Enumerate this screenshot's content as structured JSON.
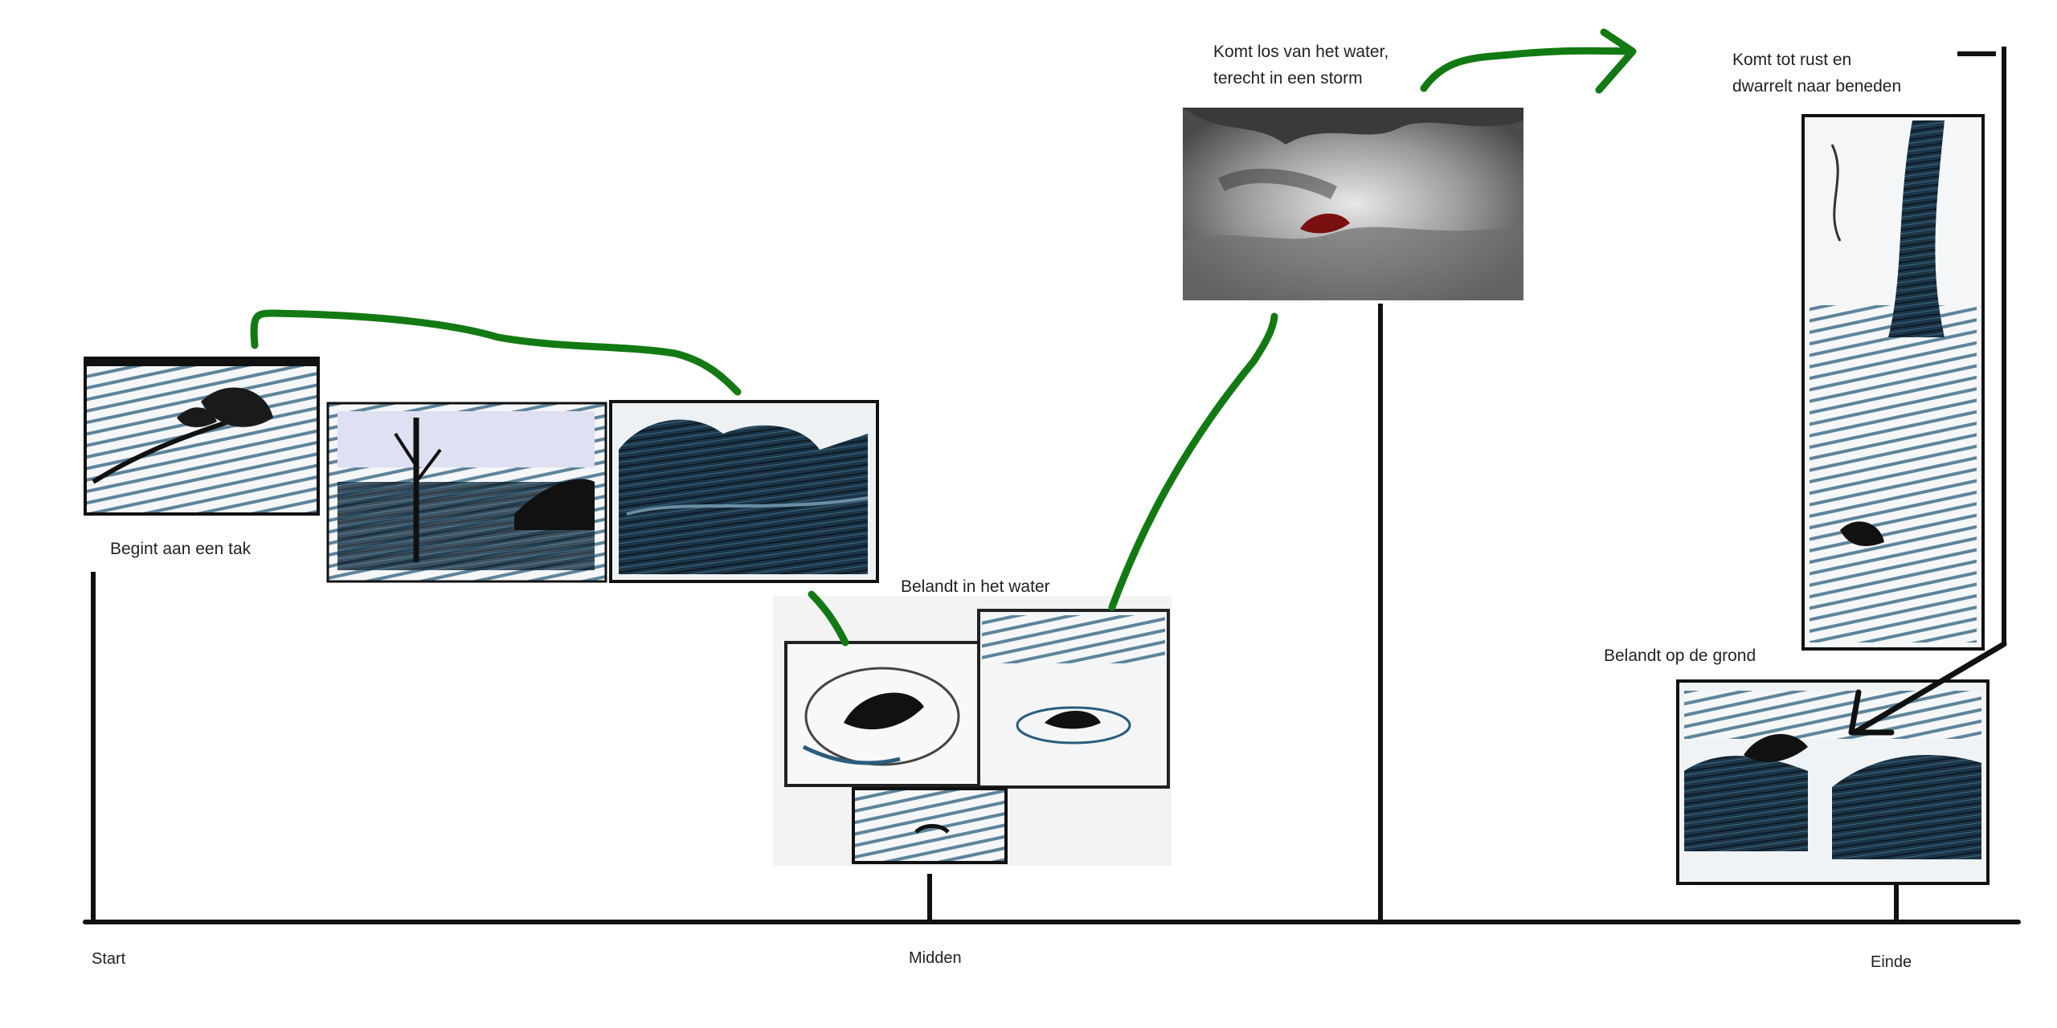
{
  "timeline": {
    "start_label": "Start",
    "middle_label": "Midden",
    "end_label": "Einde"
  },
  "scenes": [
    {
      "id": "branch",
      "caption": "Begint aan een tak"
    },
    {
      "id": "water",
      "caption": "Belandt in het water"
    },
    {
      "id": "storm",
      "caption_line1": "Komt los van het water,",
      "caption_line2": "terecht in een storm"
    },
    {
      "id": "rest",
      "caption_line1": "Komt tot rust en",
      "caption_line2": "dwarrelt naar beneden"
    },
    {
      "id": "ground",
      "caption": "Belandt op de grond"
    }
  ],
  "colors": {
    "background": "#ffffff",
    "ink": "#111111",
    "flow_arrow": "#137a13",
    "sketch_blue": "#1f4f6b",
    "sketch_dark": "#14283a",
    "storm_gray": "#5a5a5a",
    "leaf_red": "#7a1010"
  },
  "icons": [
    "leaf-icon",
    "tree-icon",
    "arrow-icon"
  ]
}
